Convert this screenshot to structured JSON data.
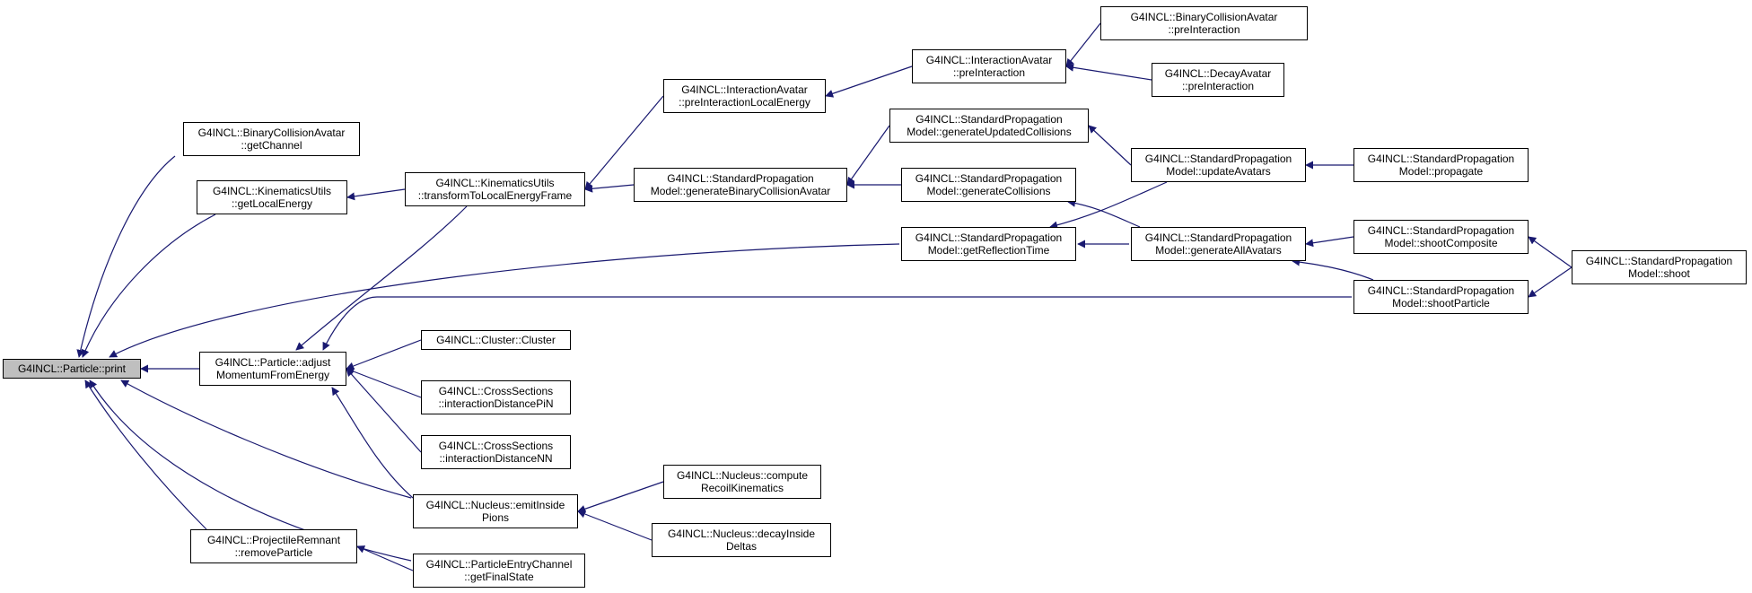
{
  "diagram": {
    "colors": {
      "edge": "#191970",
      "node_border": "#000000",
      "highlight_fill": "#bfbfbf"
    },
    "nodes": [
      {
        "id": "particle_print",
        "lines": [
          "G4INCL::Particle::print"
        ],
        "highlight": true
      },
      {
        "id": "bca_getChannel",
        "lines": [
          "G4INCL::BinaryCollisionAvatar",
          "::getChannel"
        ]
      },
      {
        "id": "ku_getLocalEnergy",
        "lines": [
          "G4INCL::KinematicsUtils",
          "::getLocalEnergy"
        ]
      },
      {
        "id": "particle_adjust",
        "lines": [
          "G4INCL::Particle::adjust",
          "MomentumFromEnergy"
        ]
      },
      {
        "id": "pr_removeParticle",
        "lines": [
          "G4INCL::ProjectileRemnant",
          "::removeParticle"
        ]
      },
      {
        "id": "ku_transform",
        "lines": [
          "G4INCL::KinematicsUtils",
          "::transformToLocalEnergyFrame"
        ]
      },
      {
        "id": "cluster",
        "lines": [
          "G4INCL::Cluster::Cluster"
        ]
      },
      {
        "id": "cs_pin",
        "lines": [
          "G4INCL::CrossSections",
          "::interactionDistancePiN"
        ]
      },
      {
        "id": "cs_nn",
        "lines": [
          "G4INCL::CrossSections",
          "::interactionDistanceNN"
        ]
      },
      {
        "id": "nucleus_emit",
        "lines": [
          "G4INCL::Nucleus::emitInside",
          "Pions"
        ]
      },
      {
        "id": "pec_getFinalState",
        "lines": [
          "G4INCL::ParticleEntryChannel",
          "::getFinalState"
        ]
      },
      {
        "id": "ia_preLocal",
        "lines": [
          "G4INCL::InteractionAvatar",
          "::preInteractionLocalEnergy"
        ]
      },
      {
        "id": "spm_genBCA",
        "lines": [
          "G4INCL::StandardPropagation",
          "Model::generateBinaryCollisionAvatar"
        ]
      },
      {
        "id": "nucleus_recoil",
        "lines": [
          "G4INCL::Nucleus::compute",
          "RecoilKinematics"
        ]
      },
      {
        "id": "nucleus_decay",
        "lines": [
          "G4INCL::Nucleus::decayInside",
          "Deltas"
        ]
      },
      {
        "id": "ia_pre",
        "lines": [
          "G4INCL::InteractionAvatar",
          "::preInteraction"
        ]
      },
      {
        "id": "spm_genUpdated",
        "lines": [
          "G4INCL::StandardPropagation",
          "Model::generateUpdatedCollisions"
        ]
      },
      {
        "id": "spm_genCollisions",
        "lines": [
          "G4INCL::StandardPropagation",
          "Model::generateCollisions"
        ]
      },
      {
        "id": "spm_getReflection",
        "lines": [
          "G4INCL::StandardPropagation",
          "Model::getReflectionTime"
        ]
      },
      {
        "id": "bca_pre",
        "lines": [
          "G4INCL::BinaryCollisionAvatar",
          "::preInteraction"
        ]
      },
      {
        "id": "da_pre",
        "lines": [
          "G4INCL::DecayAvatar",
          "::preInteraction"
        ]
      },
      {
        "id": "spm_updateAvatars",
        "lines": [
          "G4INCL::StandardPropagation",
          "Model::updateAvatars"
        ]
      },
      {
        "id": "spm_genAll",
        "lines": [
          "G4INCL::StandardPropagation",
          "Model::generateAllAvatars"
        ]
      },
      {
        "id": "spm_propagate",
        "lines": [
          "G4INCL::StandardPropagation",
          "Model::propagate"
        ]
      },
      {
        "id": "spm_shootComposite",
        "lines": [
          "G4INCL::StandardPropagation",
          "Model::shootComposite"
        ]
      },
      {
        "id": "spm_shootParticle",
        "lines": [
          "G4INCL::StandardPropagation",
          "Model::shootParticle"
        ]
      },
      {
        "id": "spm_shoot",
        "lines": [
          "G4INCL::StandardPropagation",
          "Model::shoot"
        ]
      }
    ],
    "edges": [
      {
        "from": "bca_getChannel",
        "to": "particle_print"
      },
      {
        "from": "ku_getLocalEnergy",
        "to": "particle_print"
      },
      {
        "from": "spm_getReflection",
        "to": "particle_print"
      },
      {
        "from": "particle_adjust",
        "to": "particle_print"
      },
      {
        "from": "nucleus_emit",
        "to": "particle_print"
      },
      {
        "from": "pec_getFinalState",
        "to": "particle_print"
      },
      {
        "from": "pr_removeParticle",
        "to": "particle_print"
      },
      {
        "from": "ku_transform",
        "to": "ku_getLocalEnergy"
      },
      {
        "from": "ku_transform",
        "to": "particle_adjust"
      },
      {
        "from": "spm_shootParticle",
        "to": "particle_adjust"
      },
      {
        "from": "cluster",
        "to": "particle_adjust"
      },
      {
        "from": "cs_pin",
        "to": "particle_adjust"
      },
      {
        "from": "cs_nn",
        "to": "particle_adjust"
      },
      {
        "from": "nucleus_emit",
        "to": "particle_adjust"
      },
      {
        "from": "nucleus_recoil",
        "to": "nucleus_emit"
      },
      {
        "from": "nucleus_decay",
        "to": "nucleus_emit"
      },
      {
        "from": "pec_getFinalState",
        "to": "pr_removeParticle"
      },
      {
        "from": "ia_preLocal",
        "to": "ku_transform"
      },
      {
        "from": "spm_genBCA",
        "to": "ku_transform"
      },
      {
        "from": "ia_pre",
        "to": "ia_preLocal"
      },
      {
        "from": "spm_genUpdated",
        "to": "spm_genBCA"
      },
      {
        "from": "spm_genCollisions",
        "to": "spm_genBCA"
      },
      {
        "from": "bca_pre",
        "to": "ia_pre"
      },
      {
        "from": "da_pre",
        "to": "ia_pre"
      },
      {
        "from": "spm_updateAvatars",
        "to": "spm_genUpdated"
      },
      {
        "from": "spm_genAll",
        "to": "spm_genCollisions"
      },
      {
        "from": "spm_updateAvatars",
        "to": "spm_getReflection"
      },
      {
        "from": "spm_genAll",
        "to": "spm_getReflection"
      },
      {
        "from": "spm_propagate",
        "to": "spm_updateAvatars"
      },
      {
        "from": "spm_shootComposite",
        "to": "spm_genAll"
      },
      {
        "from": "spm_shootParticle",
        "to": "spm_genAll"
      },
      {
        "from": "spm_shoot",
        "to": "spm_shootComposite"
      },
      {
        "from": "spm_shoot",
        "to": "spm_shootParticle"
      }
    ]
  }
}
